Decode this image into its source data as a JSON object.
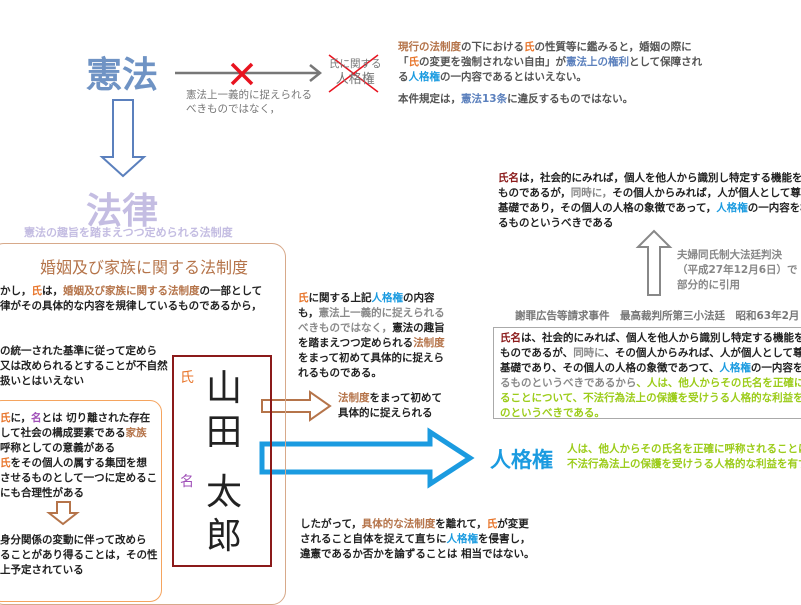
{
  "colors": {
    "ujio": "#e8762c",
    "law_system": "#b5744a",
    "const_right": "#5b80bd",
    "personality": "#1b9be0",
    "gray": "#8a8a8a",
    "lime": "#9ccc1a",
    "shimei": "#8b1a1a",
    "mei": "#a050b8",
    "kenpo": "#6f93c4",
    "horitsu": "#c4bde2"
  },
  "kenpo": {
    "title": "憲法",
    "note": [
      "憲法上一義的に捉えられる",
      "べきものではなく，"
    ],
    "crossed": [
      "氏に関する",
      "人格権"
    ]
  },
  "horitsu": {
    "title": "法律",
    "caption": "憲法の趣旨を踏まえつつ定められる法制度"
  },
  "top_right": {
    "p1": [
      [
        {
          "t": "現行の法制度",
          "c": "law_system"
        },
        {
          "t": "の下における"
        },
        {
          "t": "氏",
          "c": "ujio"
        },
        {
          "t": "の性質等に鑑みると，婚姻の際に"
        }
      ],
      [
        {
          "t": "「"
        },
        {
          "t": "氏",
          "c": "ujio"
        },
        {
          "t": "の変更を強制されない自由」が"
        },
        {
          "t": "憲法上の権利",
          "c": "const_right"
        },
        {
          "t": "として保障され"
        }
      ],
      [
        {
          "t": "る"
        },
        {
          "t": "人格権",
          "c": "personality"
        },
        {
          "t": "の一内容であるとはいえない。"
        }
      ]
    ],
    "p2": [
      [
        {
          "t": "本件規定は，"
        },
        {
          "t": "憲法13条",
          "c": "const_right"
        },
        {
          "t": "に違反するものではない。"
        }
      ]
    ]
  },
  "family_box": {
    "title": "婚姻及び家族に関する法制度",
    "p1": [
      [
        {
          "t": "かし，"
        },
        {
          "t": "氏",
          "c": "ujio"
        },
        {
          "t": "は，"
        },
        {
          "t": "婚姻及び家族に関する法制度",
          "c": "law_system"
        },
        {
          "t": "の一部として"
        }
      ],
      [
        {
          "t": "律がその具体的な内容を規律しているものであるから，"
        }
      ]
    ],
    "p2": [
      [
        {
          "t": "の統一された基準に従って定めら"
        }
      ],
      [
        {
          "t": "又は改められるとすることが不自然"
        }
      ],
      [
        {
          "t": "扱いとはいえない"
        }
      ]
    ],
    "p3": [
      [
        {
          "t": "氏",
          "c": "ujio"
        },
        {
          "t": "に，"
        },
        {
          "t": "名",
          "c": "mei"
        },
        {
          "t": "とは 切り離された存在"
        }
      ],
      [
        {
          "t": "して社会の構成要素である"
        },
        {
          "t": "家族",
          "c": "law_system"
        }
      ],
      [
        {
          "t": "呼称としての意義がある"
        }
      ],
      [
        {
          "t": "氏",
          "c": "ujio"
        },
        {
          "t": "をその個人の属する集団を想"
        }
      ],
      [
        {
          "t": "させるものとして一つに定めるこ"
        }
      ],
      [
        {
          "t": "にも合理性がある"
        }
      ]
    ],
    "p4": [
      [
        {
          "t": "身分関係の変動に伴って改めら"
        }
      ],
      [
        {
          "t": "ることがあり得ることは，その性"
        }
      ],
      [
        {
          "t": "上予定されている"
        }
      ]
    ]
  },
  "name_card": {
    "uji_label": "氏",
    "mei_label": "名",
    "surname": [
      "山",
      "田"
    ],
    "given": [
      "太",
      "郎"
    ]
  },
  "middle": {
    "p1": [
      [
        {
          "t": "氏",
          "c": "ujio"
        },
        {
          "t": "に関する上記"
        },
        {
          "t": "人格権",
          "c": "personality"
        },
        {
          "t": "の内容"
        }
      ],
      [
        {
          "t": "も，"
        },
        {
          "t": "憲法上一義的に捉えられる",
          "c": "gray"
        }
      ],
      [
        {
          "t": "べきものではなく，",
          "c": "gray"
        },
        {
          "t": "憲法の趣旨"
        }
      ],
      [
        {
          "t": "を踏まえつつ定められる"
        },
        {
          "t": "法制度",
          "c": "law_system"
        }
      ],
      [
        {
          "t": "をまって初めて具体的に捉えら"
        }
      ],
      [
        {
          "t": "れるものである。"
        }
      ]
    ],
    "arrow_text": [
      [
        {
          "t": "法制度",
          "c": "law_system"
        },
        {
          "t": "をまって初めて"
        }
      ],
      [
        {
          "t": "具体的に捉えられる"
        }
      ]
    ],
    "conclusion": [
      [
        {
          "t": "したがって，"
        },
        {
          "t": "具体的な法制度",
          "c": "law_system"
        },
        {
          "t": "を離れて，"
        },
        {
          "t": "氏",
          "c": "ujio"
        },
        {
          "t": "が変更"
        }
      ],
      [
        {
          "t": "されること自体を捉えて直ちに"
        },
        {
          "t": "人格権",
          "c": "personality"
        },
        {
          "t": "を侵害し，"
        }
      ],
      [
        {
          "t": "違憲であるか否かを論ずることは 相当ではない。"
        }
      ]
    ]
  },
  "right": {
    "quote1": [
      [
        {
          "t": "氏名",
          "c": "shimei"
        },
        {
          "t": "は，社会的にみれば，個人を他人から識別し特定する機能を有"
        }
      ],
      [
        {
          "t": "ものであるが，"
        },
        {
          "t": "同時に，",
          "c": "gray"
        },
        {
          "t": "その個人からみれば，人が個人として尊重"
        }
      ],
      [
        {
          "t": "基礎であり，その個人の人格の象徴であって，"
        },
        {
          "t": "人格権",
          "c": "personality"
        },
        {
          "t": "の一内容を構"
        }
      ],
      [
        {
          "t": "るものというべきである"
        }
      ]
    ],
    "citation": [
      "夫婦同氏制大法廷判決",
      "（平成27年12月6日）で",
      "部分的に引用"
    ],
    "case_name": "謝罪広告等請求事件　最高裁判所第三小法廷　昭和63年2月",
    "quote2": [
      [
        {
          "t": "氏名",
          "c": "shimei"
        },
        {
          "t": "は、社会的にみれば、個人を他人から識別し特定する機能を有"
        }
      ],
      [
        {
          "t": "ものであるが、"
        },
        {
          "t": "同時に",
          "c": "gray"
        },
        {
          "t": "、その個人からみれば、人が個人として尊重"
        }
      ],
      [
        {
          "t": "基礎であり、その個人の人格の象徴であつて、"
        },
        {
          "t": "人格権",
          "c": "personality"
        },
        {
          "t": "の一内容を構"
        }
      ],
      [
        {
          "t": "るものというべきであるから",
          "c": "gray"
        },
        {
          "t": "、人は、他人からその氏名を正確に呼称",
          "c": "lime"
        }
      ],
      [
        {
          "t": "ることについて、不法行為法上の保護を受けうる人格的な利益を有",
          "c": "lime"
        }
      ],
      [
        {
          "t": "のというべきである。",
          "c": "lime"
        }
      ]
    ],
    "personality_title": "人格権",
    "personality_def": [
      "人は、他人からその氏名を正確に呼称されることについて",
      "不法行為法上の保護を受けうる人格的な利益を有する"
    ]
  }
}
